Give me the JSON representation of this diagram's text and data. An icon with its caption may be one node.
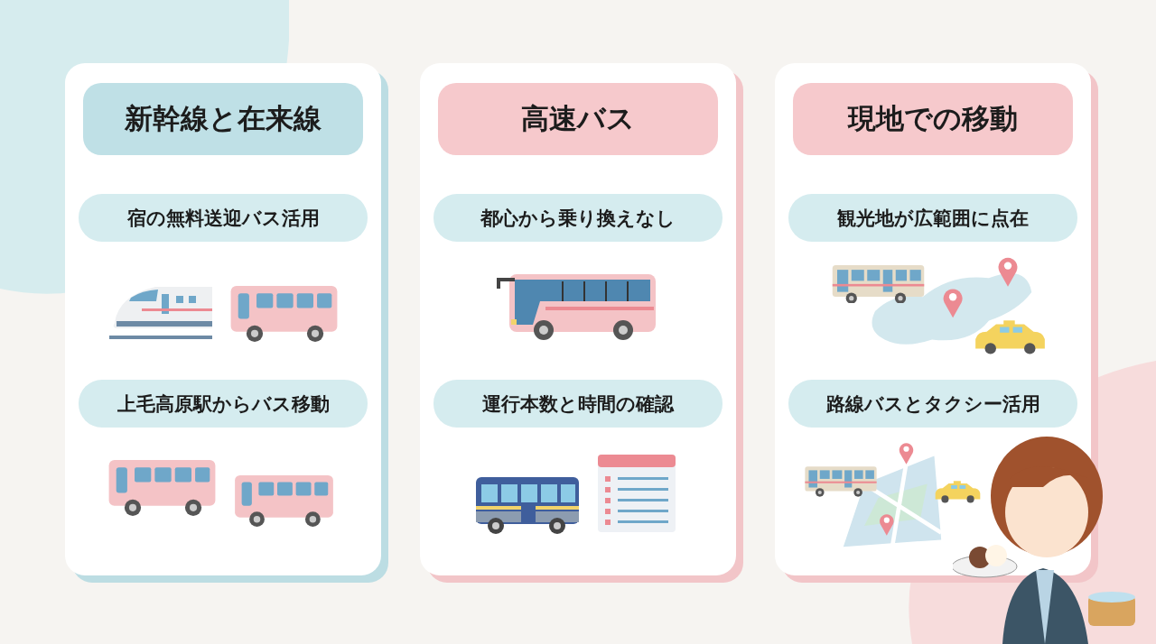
{
  "diagram": {
    "nodes": [
      {
        "text": [],
        "shape": "box"
      },
      {
        "text": [
          "新幹線と在来線"
        ],
        "in": 0
      },
      {
        "text": [
          "宿の無料送迎バス活用"
        ],
        "in": 0
      },
      {
        "text": [
          "上毛高原駅からバス移動"
        ],
        "in": 0
      },
      {
        "text": [],
        "shape": "box"
      },
      {
        "text": [
          "高速バス"
        ],
        "in": 4
      },
      {
        "text": [
          "都心から乗り換えなし"
        ],
        "in": 4
      },
      {
        "text": [
          "運行本数と時間の確認"
        ],
        "in": 4
      },
      {
        "text": [],
        "shape": "box"
      },
      {
        "text": [
          "現地での移動"
        ],
        "in": 8
      },
      {
        "text": [
          "観光地が広範囲に点在"
        ],
        "in": 8
      },
      {
        "text": [
          "路線バスとタクシー活用"
        ],
        "in": 8
      }
    ],
    "edges": []
  }
}
